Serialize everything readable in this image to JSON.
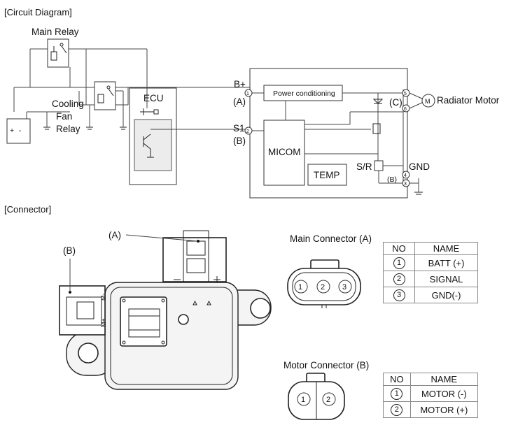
{
  "sections": {
    "circuit": "[Circuit Diagram]",
    "connector": "[Connector]"
  },
  "circuit": {
    "main_relay": "Main Relay",
    "cooling_fan_relay": [
      "Cooling",
      "Fan",
      "Relay"
    ],
    "ecu": "ECU",
    "b_plus": "B+",
    "a": "(A)",
    "s1": "S1",
    "b": "(B)",
    "c": "(C)",
    "power_conditioning": "Power conditioning",
    "micom": "MICOM",
    "temp": "TEMP",
    "sr": "S/R",
    "gnd": "GND",
    "b_small": "(B)",
    "radiator_motor": "Radiator Motor",
    "motor_symbol": "M",
    "battery_plus": "+",
    "battery_minus": "-",
    "pin_labels": [
      "1",
      "2",
      "5",
      "6",
      "4",
      "3"
    ]
  },
  "connector": {
    "callout_a": "(A)",
    "callout_b": "(B)",
    "m_minus": "M-",
    "m_plus": "M+",
    "main_title": "Main Connector (A)",
    "main_pins": [
      "1",
      "2",
      "3"
    ],
    "motor_title": "Motor Connector (B)",
    "motor_pins": [
      "1",
      "2"
    ]
  },
  "main_table": {
    "headers": [
      "NO",
      "NAME"
    ],
    "rows": [
      {
        "no": "1",
        "name": "BATT (+)"
      },
      {
        "no": "2",
        "name": "SIGNAL"
      },
      {
        "no": "3",
        "name": "GND(-)"
      }
    ]
  },
  "motor_table": {
    "headers": [
      "NO",
      "NAME"
    ],
    "rows": [
      {
        "no": "1",
        "name": "MOTOR (-)"
      },
      {
        "no": "2",
        "name": "MOTOR (+)"
      }
    ]
  }
}
